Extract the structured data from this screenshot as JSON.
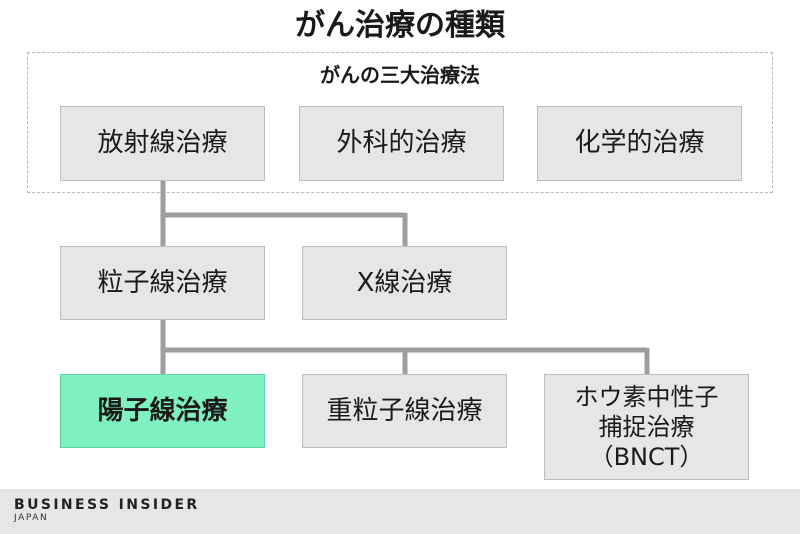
{
  "title": "がん治療の種類",
  "group": {
    "label": "がんの三大治療法"
  },
  "nodes": {
    "radiation": "放射線治療",
    "surgery": "外科的治療",
    "chemo": "化学的治療",
    "particle": "粒子線治療",
    "xray": "X線治療",
    "proton": "陽子線治療",
    "heavy_ion": "重粒子線治療",
    "bnct": "ホウ素中性子\n捕捉治療\n（BNCT）"
  },
  "highlight_color": "#7ff0c0",
  "connector_color": "#9e9e9e",
  "footer": {
    "brand": "BUSINESS INSIDER",
    "sub": "JAPAN"
  }
}
